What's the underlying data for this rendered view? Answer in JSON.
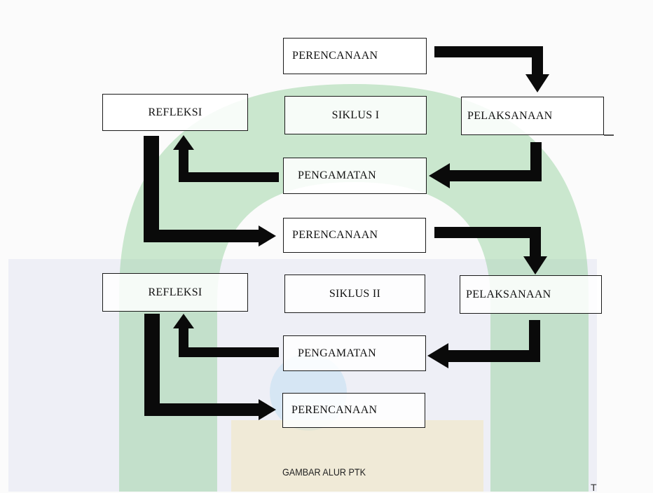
{
  "diagram": {
    "caption": "GAMBAR ALUR PTK",
    "stray_mark": "T",
    "nodes": {
      "perencanaan_1": "PERENCANAAN",
      "siklus_1": "SIKLUS I",
      "pelaksanaan_1": "PELAKSANAAN",
      "refleksi_1": "REFLEKSI",
      "pengamatan_1": "PENGAMATAN",
      "perencanaan_2": "PERENCANAAN",
      "siklus_2": "SIKLUS II",
      "pelaksanaan_2": "PELAKSANAAN",
      "refleksi_2": "REFLEKSI",
      "pengamatan_2": "PENGAMATAN",
      "perencanaan_3": "PERENCANAAN"
    },
    "edges": [
      {
        "from": "perencanaan_1",
        "to": "pelaksanaan_1"
      },
      {
        "from": "pelaksanaan_1",
        "to": "pengamatan_1"
      },
      {
        "from": "pengamatan_1",
        "to": "refleksi_1"
      },
      {
        "from": "refleksi_1",
        "to": "perencanaan_2"
      },
      {
        "from": "perencanaan_2",
        "to": "pelaksanaan_2"
      },
      {
        "from": "pelaksanaan_2",
        "to": "pengamatan_2"
      },
      {
        "from": "pengamatan_2",
        "to": "refleksi_2"
      },
      {
        "from": "refleksi_2",
        "to": "perencanaan_3"
      }
    ],
    "colors": {
      "line": "#0a0a0a",
      "watermark_green": "#5fb86a",
      "watermark_blue": "#d9ddef",
      "watermark_yellow": "#efe3b4"
    }
  }
}
